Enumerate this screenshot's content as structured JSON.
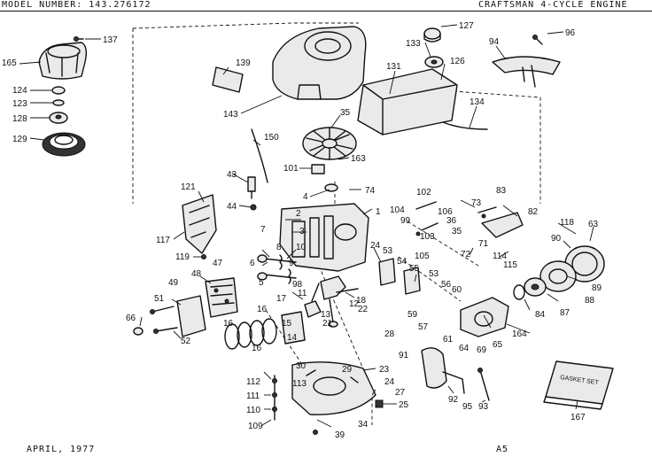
{
  "header": {
    "model_number": "MODEL NUMBER:  143.276172",
    "engine_title": "CRAFTSMAN 4-CYCLE ENGINE"
  },
  "footer": {
    "date": "APRIL, 1977",
    "page_code": "A5"
  },
  "gasket_set_label": "GASKET SET",
  "callouts": [
    {
      "id": "c137",
      "text": "137"
    },
    {
      "id": "c165",
      "text": "165"
    },
    {
      "id": "c124",
      "text": "124"
    },
    {
      "id": "c123",
      "text": "123"
    },
    {
      "id": "c128",
      "text": "128"
    },
    {
      "id": "c129",
      "text": "129"
    },
    {
      "id": "c139",
      "text": "139"
    },
    {
      "id": "c143",
      "text": "143"
    },
    {
      "id": "c131",
      "text": "131"
    },
    {
      "id": "c133",
      "text": "133"
    },
    {
      "id": "c127",
      "text": "127"
    },
    {
      "id": "c126",
      "text": "126"
    },
    {
      "id": "c94",
      "text": "94"
    },
    {
      "id": "c96",
      "text": "96"
    },
    {
      "id": "c134",
      "text": "134"
    },
    {
      "id": "c35",
      "text": "35"
    },
    {
      "id": "c150",
      "text": "150"
    },
    {
      "id": "c101",
      "text": "101"
    },
    {
      "id": "c163",
      "text": "163"
    },
    {
      "id": "c43",
      "text": "43"
    },
    {
      "id": "c44",
      "text": "44"
    },
    {
      "id": "c121",
      "text": "121"
    },
    {
      "id": "c117",
      "text": "117"
    },
    {
      "id": "c119",
      "text": "119"
    },
    {
      "id": "c4",
      "text": "4"
    },
    {
      "id": "c74",
      "text": "74"
    },
    {
      "id": "c2",
      "text": "2"
    },
    {
      "id": "c3",
      "text": "3"
    },
    {
      "id": "c1",
      "text": "1"
    },
    {
      "id": "c102",
      "text": "102"
    },
    {
      "id": "c106",
      "text": "106"
    },
    {
      "id": "c104",
      "text": "104"
    },
    {
      "id": "c99",
      "text": "99"
    },
    {
      "id": "c36",
      "text": "36"
    },
    {
      "id": "c73",
      "text": "73"
    },
    {
      "id": "c83",
      "text": "83"
    },
    {
      "id": "c82",
      "text": "82"
    },
    {
      "id": "c118",
      "text": "118"
    },
    {
      "id": "c63",
      "text": "63"
    },
    {
      "id": "c90",
      "text": "90"
    },
    {
      "id": "c7",
      "text": "7"
    },
    {
      "id": "c8",
      "text": "8"
    },
    {
      "id": "c6",
      "text": "6"
    },
    {
      "id": "c5",
      "text": "5"
    },
    {
      "id": "c10",
      "text": "10"
    },
    {
      "id": "c9",
      "text": "9"
    },
    {
      "id": "c24",
      "text": "24"
    },
    {
      "id": "c103",
      "text": "103"
    },
    {
      "id": "c35b",
      "text": "35"
    },
    {
      "id": "c71",
      "text": "71"
    },
    {
      "id": "c72",
      "text": "72"
    },
    {
      "id": "c114",
      "text": "114"
    },
    {
      "id": "c115",
      "text": "115"
    },
    {
      "id": "c53",
      "text": "53"
    },
    {
      "id": "c54",
      "text": "54"
    },
    {
      "id": "c105",
      "text": "105"
    },
    {
      "id": "c55",
      "text": "55"
    },
    {
      "id": "c53b",
      "text": "53"
    },
    {
      "id": "c56",
      "text": "56"
    },
    {
      "id": "c60",
      "text": "60"
    },
    {
      "id": "c48",
      "text": "48"
    },
    {
      "id": "c47",
      "text": "47"
    },
    {
      "id": "c98",
      "text": "98"
    },
    {
      "id": "c11",
      "text": "11"
    },
    {
      "id": "c18",
      "text": "18"
    },
    {
      "id": "c22",
      "text": "22"
    },
    {
      "id": "c12",
      "text": "12"
    },
    {
      "id": "c13",
      "text": "13"
    },
    {
      "id": "c21",
      "text": "21"
    },
    {
      "id": "c51",
      "text": "51"
    },
    {
      "id": "c49",
      "text": "49"
    },
    {
      "id": "c66",
      "text": "66"
    },
    {
      "id": "c52",
      "text": "52"
    },
    {
      "id": "c16a",
      "text": "16"
    },
    {
      "id": "c16b",
      "text": "16"
    },
    {
      "id": "c15",
      "text": "15"
    },
    {
      "id": "c14",
      "text": "14"
    },
    {
      "id": "c17",
      "text": "17"
    },
    {
      "id": "c16c",
      "text": "16"
    },
    {
      "id": "c59",
      "text": "59"
    },
    {
      "id": "c57",
      "text": "57"
    },
    {
      "id": "c28",
      "text": "28"
    },
    {
      "id": "c89",
      "text": "89"
    },
    {
      "id": "c88",
      "text": "88"
    },
    {
      "id": "c84",
      "text": "84"
    },
    {
      "id": "c87",
      "text": "87"
    },
    {
      "id": "c61",
      "text": "61"
    },
    {
      "id": "c64",
      "text": "64"
    },
    {
      "id": "c69",
      "text": "69"
    },
    {
      "id": "c65",
      "text": "65"
    },
    {
      "id": "c164",
      "text": "164"
    },
    {
      "id": "c91",
      "text": "91"
    },
    {
      "id": "c30",
      "text": "30"
    },
    {
      "id": "c29",
      "text": "29"
    },
    {
      "id": "c23",
      "text": "23"
    },
    {
      "id": "c112",
      "text": "112"
    },
    {
      "id": "c113",
      "text": "113"
    },
    {
      "id": "c24b",
      "text": "24"
    },
    {
      "id": "c27",
      "text": "27"
    },
    {
      "id": "c111",
      "text": "111"
    },
    {
      "id": "c25",
      "text": "25"
    },
    {
      "id": "c110",
      "text": "110"
    },
    {
      "id": "c109",
      "text": "109"
    },
    {
      "id": "c34",
      "text": "34"
    },
    {
      "id": "c39",
      "text": "39"
    },
    {
      "id": "c92",
      "text": "92"
    },
    {
      "id": "c95",
      "text": "95"
    },
    {
      "id": "c93",
      "text": "93"
    },
    {
      "id": "c167",
      "text": "167"
    }
  ]
}
